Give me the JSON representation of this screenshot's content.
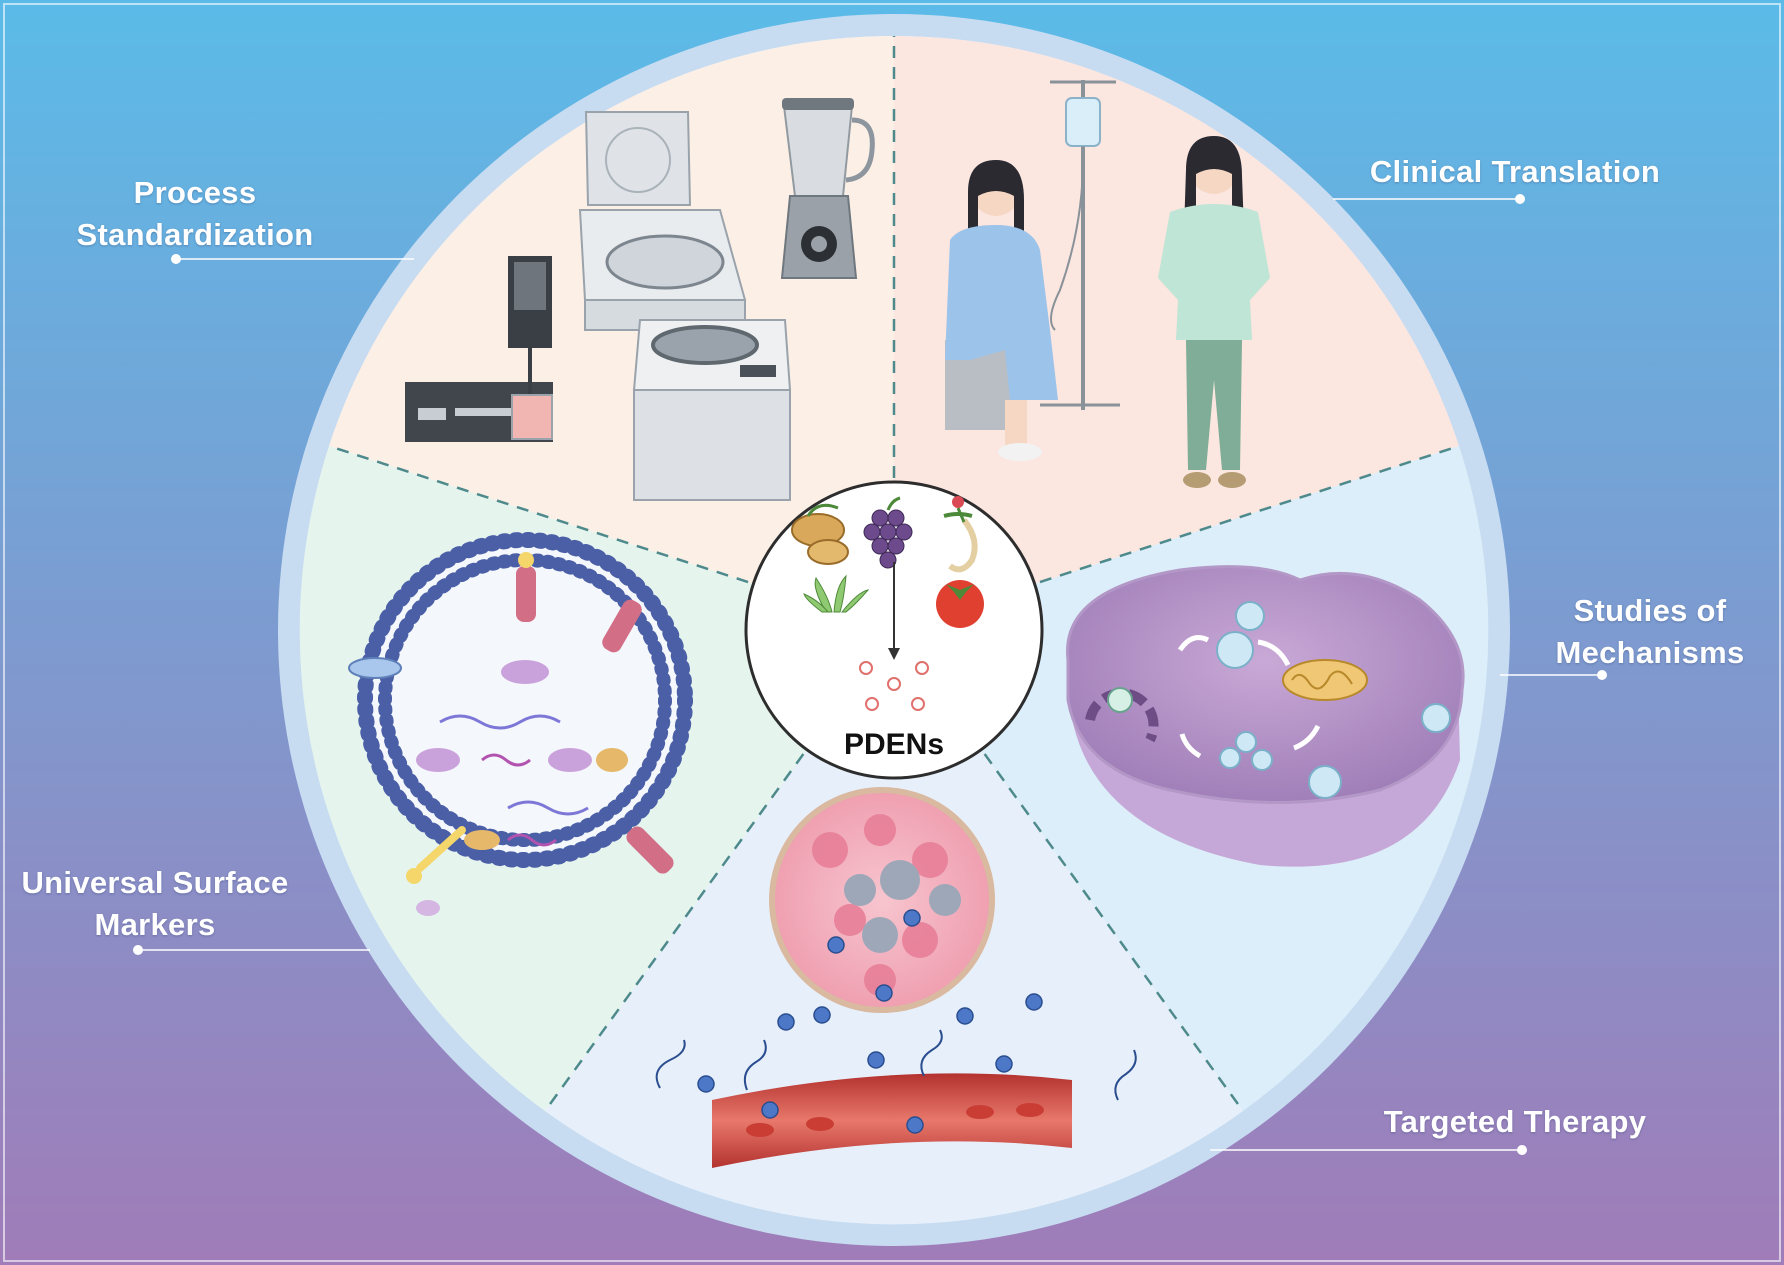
{
  "center": {
    "label": "PDENs"
  },
  "sections": {
    "process": {
      "line1": "Process",
      "line2": "Standardization"
    },
    "clinical": {
      "label": "Clinical Translation"
    },
    "mechanisms": {
      "line1": "Studies of",
      "line2": "Mechanisms"
    },
    "therapy": {
      "label": "Targeted Therapy"
    },
    "markers": {
      "line1": "Universal Surface",
      "line2": "Markers"
    }
  },
  "colors": {
    "bg_top": "#5bbbe8",
    "bg_bottom": "#a07cb8",
    "ring": "#c7dcf1",
    "wedge_process": "#fcefe6",
    "wedge_clinical": "#fbe6e0",
    "wedge_mechanisms": "#dbeef9",
    "wedge_therapy": "#e7f0fa",
    "wedge_markers": "#e6f4ee",
    "divider": "#4e8a8c"
  }
}
